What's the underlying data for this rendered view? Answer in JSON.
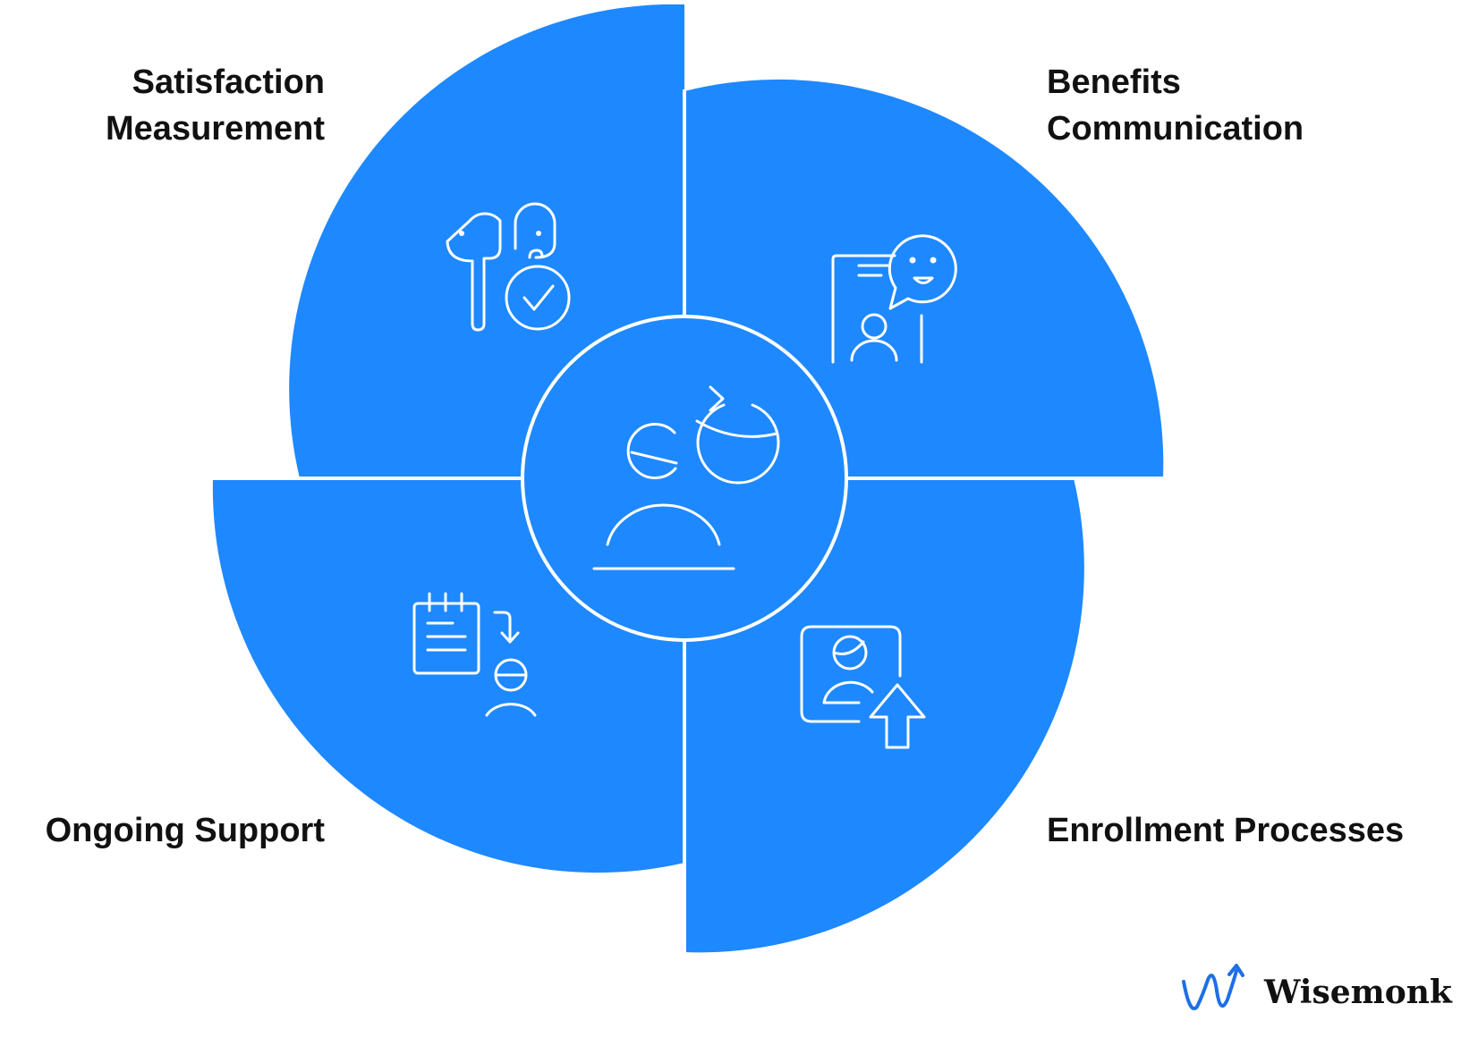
{
  "diagram": {
    "segments": [
      {
        "label_lines": [
          "Satisfaction",
          "Measurement"
        ],
        "icon": "earbuds-check-icon"
      },
      {
        "label_lines": [
          "Benefits",
          "Communication"
        ],
        "icon": "phone-chat-icon"
      },
      {
        "label_lines": [
          "Ongoing Support"
        ],
        "icon": "notepad-user-icon"
      },
      {
        "label_lines": [
          "Enrollment Processes"
        ],
        "icon": "profile-upload-icon"
      }
    ],
    "center_icon": "users-refresh-icon",
    "colors": {
      "segment": "#1e88ff",
      "lines": "#ffffff",
      "text": "#111111"
    }
  },
  "brand": {
    "name": "Wisemonk",
    "logo_icon": "wisemonk-logo-icon",
    "logo_color": "#1e6fe6"
  }
}
